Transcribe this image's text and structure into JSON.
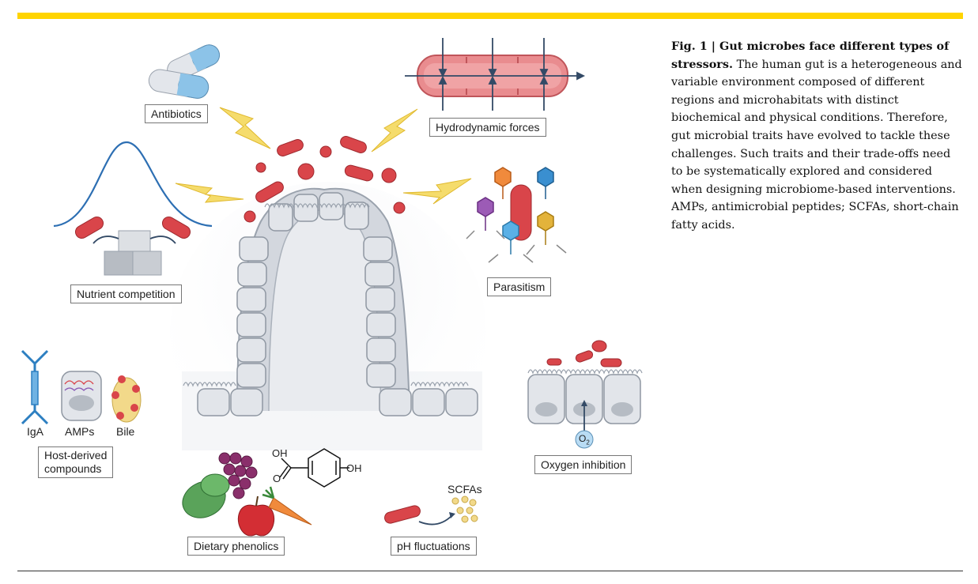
{
  "labels": {
    "antibiotics": "Antibiotics",
    "hydrodynamic": "Hydrodynamic forces",
    "nutrient": "Nutrient competition",
    "parasitism": "Parasitism",
    "host_derived": "Host-derived compounds",
    "host_derived_line1": "Host-derived",
    "host_derived_line2": "compounds",
    "oxygen": "Oxygen inhibition",
    "dietary": "Dietary phenolics",
    "ph": "pH fluctuations",
    "iga": "IgA",
    "amps": "AMPs",
    "bile": "Bile",
    "scfas": "SCFAs",
    "o2": "O",
    "o2_sub": "2",
    "oh1": "OH",
    "oh2": "OH",
    "o_atom": "O"
  },
  "caption": {
    "title": "Fig. 1 | Gut microbes face different types of stressors.",
    "body": "The human gut is a heterogeneous and variable environment composed of different regions and microhabitats with distinct biochemical and physical conditions. Therefore, gut microbial traits have evolved to tackle these challenges. Such traits and their trade-offs need to be systematically explored and considered when designing microbiome-based interventions. AMPs, antimicrobial peptides; SCFAs, short-chain fatty acids."
  },
  "colors": {
    "accent_bar": "#ffd400",
    "bacteria_red": "#d9454a",
    "lightning": "#f2d35a",
    "epithelium": "#c9ced6",
    "blue_capsule": "#8cc3e8"
  },
  "icons": [
    "pill-icon",
    "lightning-icon",
    "bacterium-icon",
    "phage-icon",
    "antibody-icon",
    "bile-droplet-icon",
    "cell-icon",
    "grapes-icon",
    "apple-icon",
    "carrot-icon",
    "spinach-icon",
    "sugar-cube-icon",
    "gaussian-curve-icon",
    "molecule-icon"
  ]
}
